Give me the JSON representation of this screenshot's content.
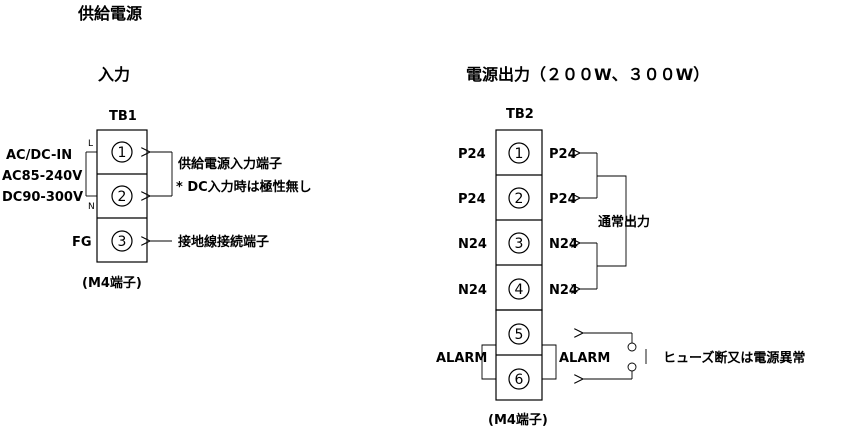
{
  "page_title": "供給電源",
  "input": {
    "heading": "入力",
    "block_label": "TB1",
    "terminals": [
      "1",
      "2",
      "3"
    ],
    "pin_L": "L",
    "pin_N": "N",
    "left_labels": [
      "AC/DC-IN",
      "AC85-240V",
      "DC90-300V",
      "FG"
    ],
    "desc_power_in": "供給電源入力端子",
    "desc_no_polarity": "* DC入力時は極性無し",
    "desc_ground": "接地線接続端子",
    "footer": "(M4端子)"
  },
  "output": {
    "heading": "電源出力（２００W、３００W）",
    "block_label": "TB2",
    "terminals": [
      "1",
      "2",
      "3",
      "4",
      "5",
      "6"
    ],
    "left_labels": [
      "P24",
      "P24",
      "N24",
      "N24",
      "ALARM"
    ],
    "right_labels": [
      "P24",
      "P24",
      "N24",
      "N24",
      "ALARM"
    ],
    "desc_normal_output": "通常出力",
    "desc_alarm": "ヒューズ断又は電源異常",
    "footer": "(M4端子)"
  }
}
